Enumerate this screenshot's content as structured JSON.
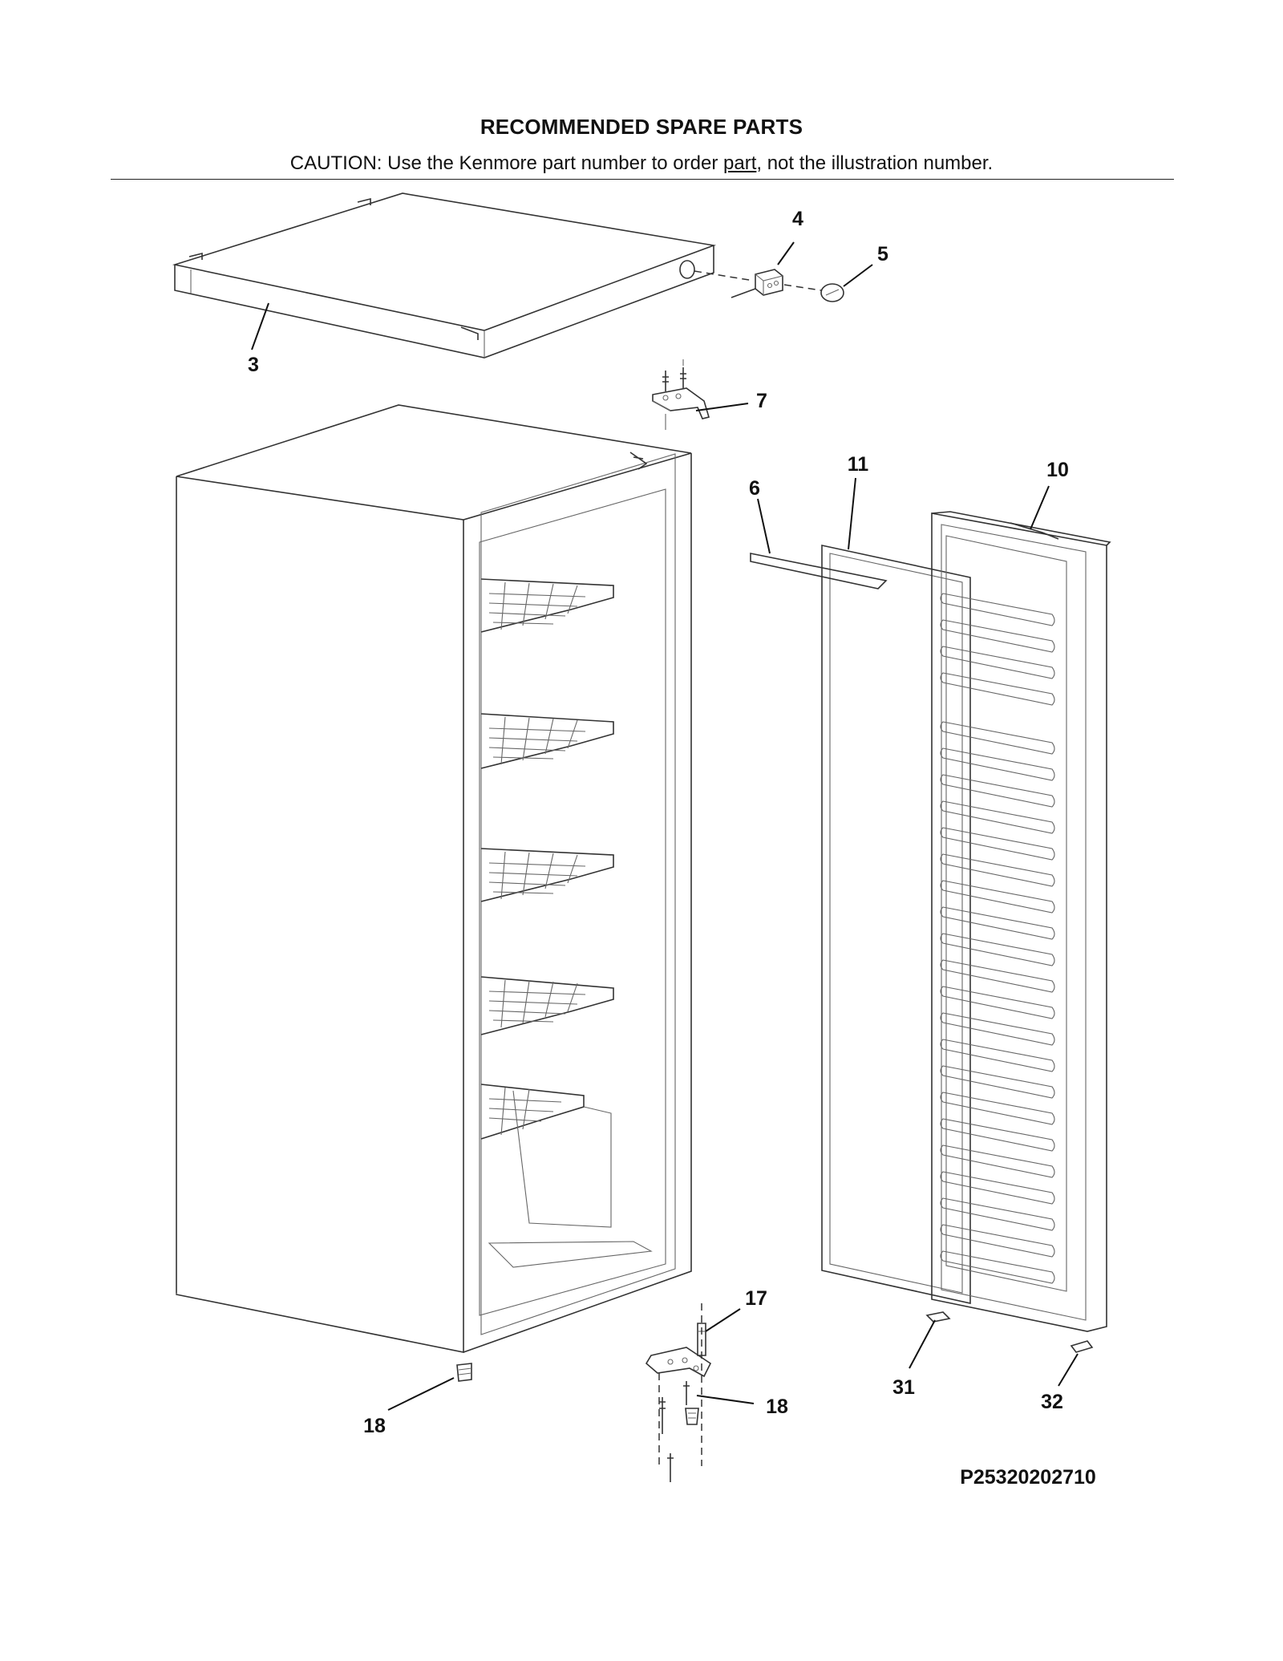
{
  "header": {
    "title": "RECOMMENDED SPARE PARTS",
    "caution_before": "CAUTION: Use the Kenmore part number to order ",
    "caution_link": "part",
    "caution_after": ", not the illustration number."
  },
  "callouts": {
    "c3": "3",
    "c4": "4",
    "c5": "5",
    "c6": "6",
    "c7": "7",
    "c10": "10",
    "c11": "11",
    "c17": "17",
    "c18a": "18",
    "c18b": "18",
    "c31": "31",
    "c32": "32"
  },
  "document_number": "P25320202710"
}
